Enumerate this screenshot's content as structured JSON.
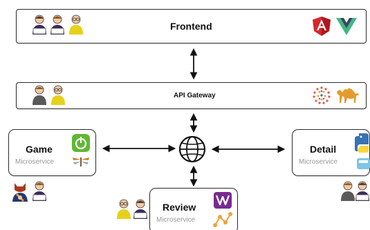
{
  "frontend": {
    "title": "Frontend",
    "icons": [
      "developer-icon",
      "developer-icon",
      "tester-icon",
      "angular-logo-icon",
      "vue-logo-icon"
    ]
  },
  "gateway": {
    "title": "API Gateway",
    "icons": [
      "operator-icon",
      "tester-icon",
      "dotted-sphere-logo-icon",
      "camel-logo-icon"
    ]
  },
  "game": {
    "title": "Game",
    "subtitle": "Microservice",
    "icons": [
      "spring-power-icon",
      "dragonfly-icon",
      "fox-developer-icon",
      "developer-icon"
    ]
  },
  "detail": {
    "title": "Detail",
    "subtitle": "Microservice",
    "icons": [
      "python-logo-icon",
      "operator-icon",
      "developer-icon"
    ]
  },
  "review": {
    "title": "Review",
    "subtitle": "Microservice",
    "icons": [
      "vertx-logo-icon",
      "graph-nodes-icon",
      "tester-icon",
      "developer-icon"
    ]
  },
  "network": {
    "icon": "globe-network-icon"
  }
}
